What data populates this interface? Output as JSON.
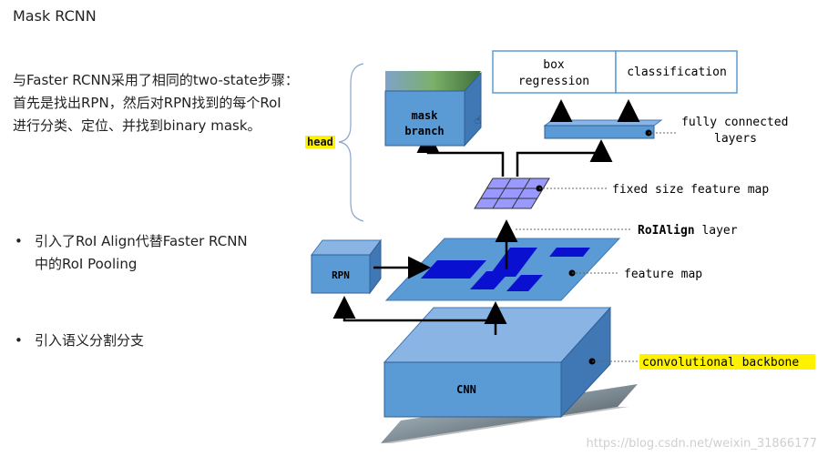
{
  "title": "Mask RCNN",
  "intro_lines": [
    "与Faster RCNN采用了相同的two-state步骤：",
    "首先是找出RPN，然后对RPN找到的每个RoI",
    "进行分类、定位、并找到binary mask。"
  ],
  "head_tag": "head",
  "bullets": [
    "引入了RoI Align代替Faster RCNN",
    "中的RoI Pooling",
    "引入语义分割分支"
  ],
  "diagram": {
    "box_regression": [
      "box",
      "regression"
    ],
    "classification": "classification",
    "mask_branch": [
      "mask",
      "branch"
    ],
    "fully_connected": [
      "fully connected",
      "layers"
    ],
    "fixed_size": "fixed size feature map",
    "roialign_bold": "RoIAlign",
    "roialign_rest": " layer",
    "feature_map": "feature map",
    "rpn": "RPN",
    "cnn": "CNN",
    "backbone": "convolutional backbone"
  },
  "colors": {
    "box_front": "#5b9bd5",
    "box_top": "#8ab4e3",
    "box_side": "#3f78b5",
    "feature_rect": "#0a10d0",
    "grid_fill": "#9999ff",
    "highlight": "#fff200"
  },
  "watermark": "https://blog.csdn.net/weixin_31866177"
}
